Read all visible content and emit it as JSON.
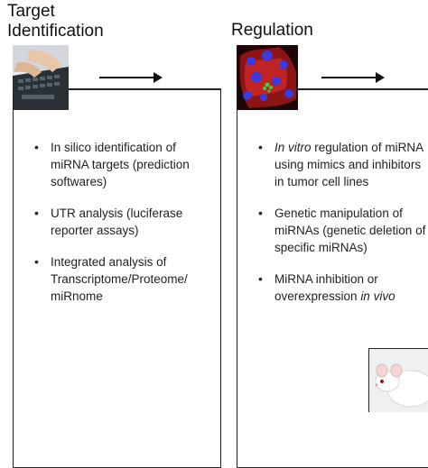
{
  "panels": [
    {
      "title_line1": "Target",
      "title_line2": "Identification",
      "image_icon": "laptop-keyboard-typing-photo",
      "bullets": [
        {
          "italic": "",
          "text": "In silico identification of miRNA targets (prediction softwares)",
          "italic_tail": ""
        },
        {
          "italic": "",
          "text": "UTR analysis (luciferase reporter assays)",
          "italic_tail": ""
        },
        {
          "italic": "",
          "text": "Integrated analysis of Transcriptome/Proteome/ miRnome",
          "italic_tail": ""
        }
      ]
    },
    {
      "title_line1": "Regulation",
      "image_icon": "fluorescence-microscopy-cells-photo",
      "bullets": [
        {
          "italic": "In vitro",
          "text": " regulation of miRNA using mimics and inhibitors in tumor cell lines",
          "italic_tail": ""
        },
        {
          "italic": "",
          "text": "Genetic manipulation of miRNAs (genetic deletion of specific miRNAs)",
          "italic_tail": ""
        },
        {
          "italic": "",
          "text": "MiRNA inhibition or overexpression ",
          "italic_tail": "in vivo"
        }
      ],
      "image2_icon": "white-mouse-photo"
    }
  ],
  "colors": {
    "line": "#222222",
    "micro_bg": "#2a0a0a",
    "micro_red": "#d42a2a",
    "micro_blue": "#3a3ae0",
    "micro_green": "#3fd13f"
  }
}
